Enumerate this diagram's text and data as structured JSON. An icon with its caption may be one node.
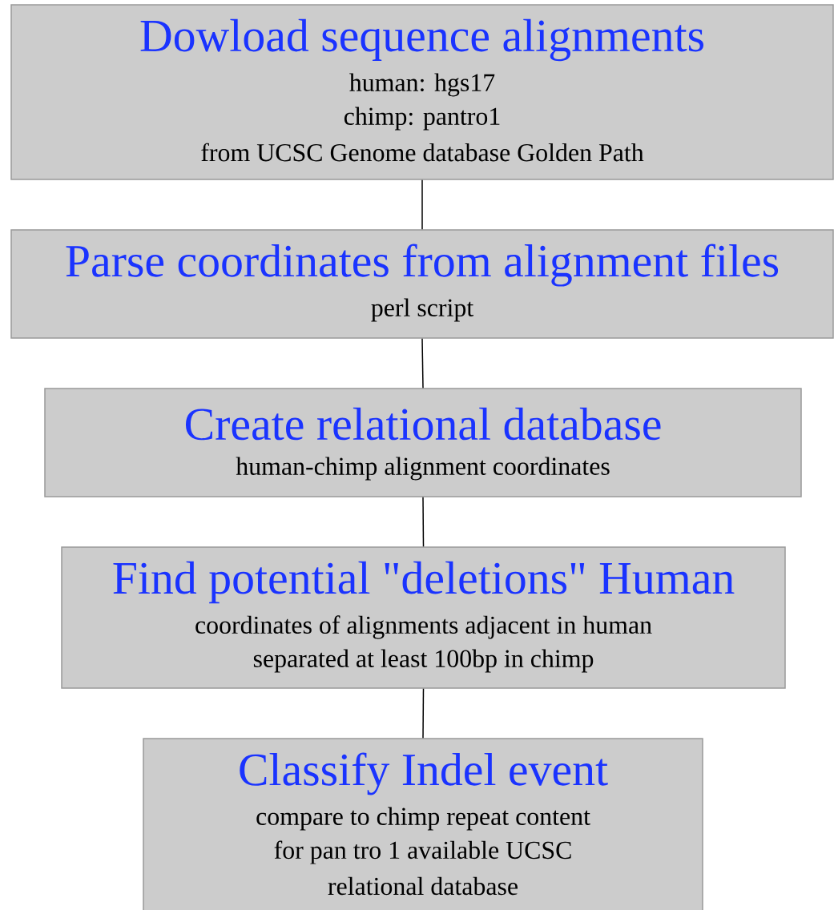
{
  "diagram": {
    "nodes": [
      {
        "text": [
          "Dowload sequence alignments",
          "human: hgs17",
          "chimp: pantro1",
          "from UCSC Genome database Golden Path"
        ]
      },
      {
        "text": [
          "Parse coordinates from alignment files",
          "perl script"
        ]
      },
      {
        "text": [
          "Create relational database",
          "human-chimp alignment coordinates"
        ]
      },
      {
        "text": [
          "Find potential \"deletions\" Human",
          "coordinates of alignments adjacent in human",
          "separated at least 100bp in chimp"
        ]
      },
      {
        "text": [
          "Classify Indel event",
          "compare to chimp repeat content",
          "for pan tro 1 available UCSC",
          "relational database"
        ]
      }
    ],
    "edges": [
      {
        "from": 0,
        "to": 1,
        "arrow": "none"
      },
      {
        "from": 1,
        "to": 2,
        "arrow": "none"
      },
      {
        "from": 2,
        "to": 3,
        "arrow": "none"
      },
      {
        "from": 3,
        "to": 4,
        "arrow": "none"
      }
    ]
  }
}
